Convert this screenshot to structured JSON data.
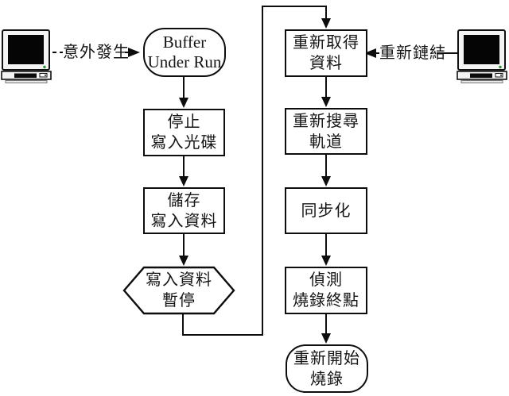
{
  "nodes": {
    "buffer_under_run": {
      "line1": "Buffer",
      "line2": "Under Run"
    },
    "stop_write": {
      "line1": "停止",
      "line2": "寫入光碟"
    },
    "save_data": {
      "line1": "儲存",
      "line2": "寫入資料"
    },
    "pause_write": {
      "line1": "寫入資料",
      "line2": "暫停"
    },
    "refetch_data": {
      "line1": "重新取得",
      "line2": "資料"
    },
    "reseek_track": {
      "line1": "重新搜尋",
      "line2": "軌道"
    },
    "synchronize": {
      "line1": "同步化",
      "line2": ""
    },
    "detect_burn_end": {
      "line1": "偵測",
      "line2": "燒錄終點"
    },
    "restart_burn": {
      "line1": "重新開始",
      "line2": "燒錄"
    }
  },
  "edge_labels": {
    "accident_occurs": "意外發生",
    "relink": "重新鏈結"
  },
  "icons": {
    "left_monitor": "computer-monitor-icon",
    "right_monitor": "computer-monitor-icon"
  },
  "colors": {
    "background": "#ffffff",
    "stroke": "#0d0d0d",
    "text": "#151515",
    "monitor_screen": "#050505",
    "monitor_body": "#f4f4f4",
    "power_led": "#2f8f2f"
  }
}
